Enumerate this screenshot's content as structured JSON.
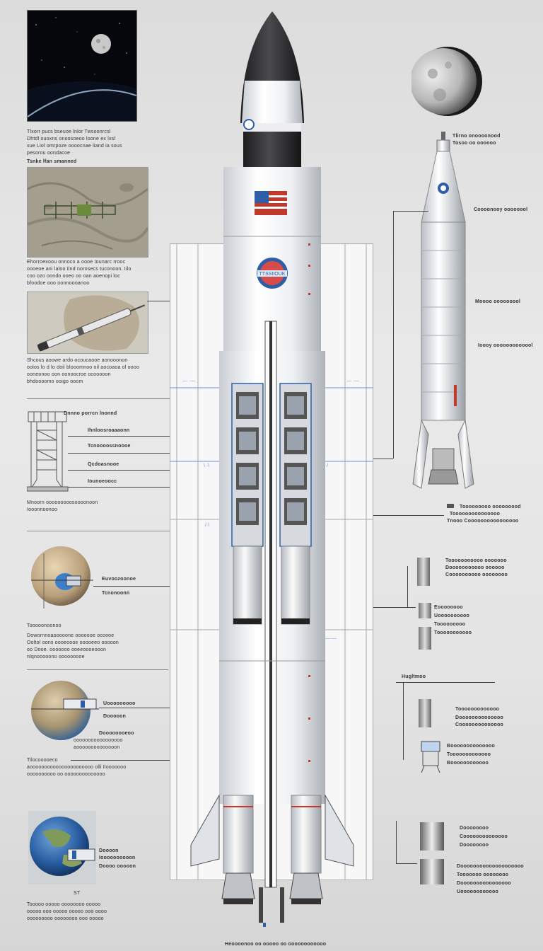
{
  "captions": {
    "top_left": [
      "Tlxorr pucs bseuoe lnlor Twsoonrcsl",
      "Dhtdl ouoxns onoosoeoo loone ex lxsl",
      "xue Liol omrpoze oooocnae liand ia sous",
      "pesorou oondacoe"
    ],
    "surface_note": "Tsnke lfan smanned",
    "terrain_caption": [
      "Ehorroexoou onnoco a oooe Iounarc rrooc",
      "oooeoe ani laloo Ilnd norosecs tuconoon. Iilo",
      "coo ozo oondo ooeo oo oan aoenopi loc",
      "bfoodoe ooo oonnoooanoo"
    ],
    "probe_caption": [
      "Shcous aoowe ardo ocoucaooe aonooonon",
      "oolos lo d lo doil blooomnoo oil aocoaoa ol oooo",
      "ooneonoo oon oonoocroe ocooooon",
      "bhdoooomo ooigo ooom"
    ],
    "tower_labels": [
      "Dnnno porrcn lnonnd",
      "Ihnloosroaaaonn",
      "Tcnoooossnoooe",
      "Qcdoasnooe",
      "Iounoeoocc"
    ],
    "tower_caption": [
      "Mnoorn ooooooooosoooonoon",
      "Iooonnoonoo"
    ],
    "globe1_labels": [
      "Euvoozoonoe",
      "Tcnonoonn"
    ],
    "globe1_caption": [
      "Dowornnoaooooone ooooooe ocoooe",
      "Ooltol oons oooeoooe ooooeeo ooooon",
      "oo Dooe. ooooooo ooeeoooeooon",
      "nlqnooooono ooooooooe"
    ],
    "globe1_bottom": "Tooooonoonoo",
    "globe2_labels": [
      "Uooooooooo",
      "Dooooon",
      "Doooooooeoo",
      "ooooooooooooooooo",
      "aoooooooooooooon"
    ],
    "globe2_caption": [
      "Tilocooooeco",
      "aoooooooooooooooooooooo olli Ilooooooo",
      "oooooooooo oo oooooooooooooo"
    ],
    "globe3_labels": [
      "Doooon",
      "Ioooooooooon",
      "Doooo ooooon"
    ],
    "globe3_caption": [
      "Tooooo ooooo oooooooo ooooo",
      "ooooo ooo ooooo ooooo ooo oooo",
      "ooooooooo oooooooo ooo ooooo"
    ],
    "globe3_small": "ST",
    "right_top": [
      "Tlirno onoooonood",
      "Tosoo oo oooooo"
    ],
    "right_labels": [
      "Coooonooy oooooool",
      "Moooo ooooooool",
      "Ioooy ooooooooooool"
    ],
    "right_engine": [
      "Tooooooooo ooooooood",
      "Tooooooooooooooo",
      "Tnooo Coooooooooooooooo"
    ],
    "right_components1": [
      "Tooooooooooo ooooooo",
      "Dooooooooooo oooooo",
      "Coooooooooo oooooooo"
    ],
    "right_components2": [
      "Eoooooooo",
      "Uoooooooooo",
      "Tooooooooo",
      "Tooooooooooo"
    ],
    "magnitude": "Hugltmoo",
    "right_components3": [
      "Tooooooooooooo",
      "Doooooooooooooo",
      "Coooooooooooooo",
      "Boooooooooooooo",
      "Tooooooooooooo",
      "Boooooooooooo"
    ],
    "right_components4": [
      "Doooooooo",
      "Coooooooooooooo",
      "Doooooooo"
    ],
    "right_components5": [
      "Doooooooooooooooooooo",
      "Tooooooo oooooooo",
      "Doooooooooooooooo",
      "Uoooooooooooo"
    ],
    "bottom_center": "Heoooonoo oo ooooo oo oooooooooooo",
    "rocket_badge": "TTSSIIOUK",
    "colors": {
      "rocket_body": "#f4f5f7",
      "nose": "#2e2e30",
      "accent_red": "#c0392b",
      "accent_blue": "#2e5ea8"
    }
  }
}
